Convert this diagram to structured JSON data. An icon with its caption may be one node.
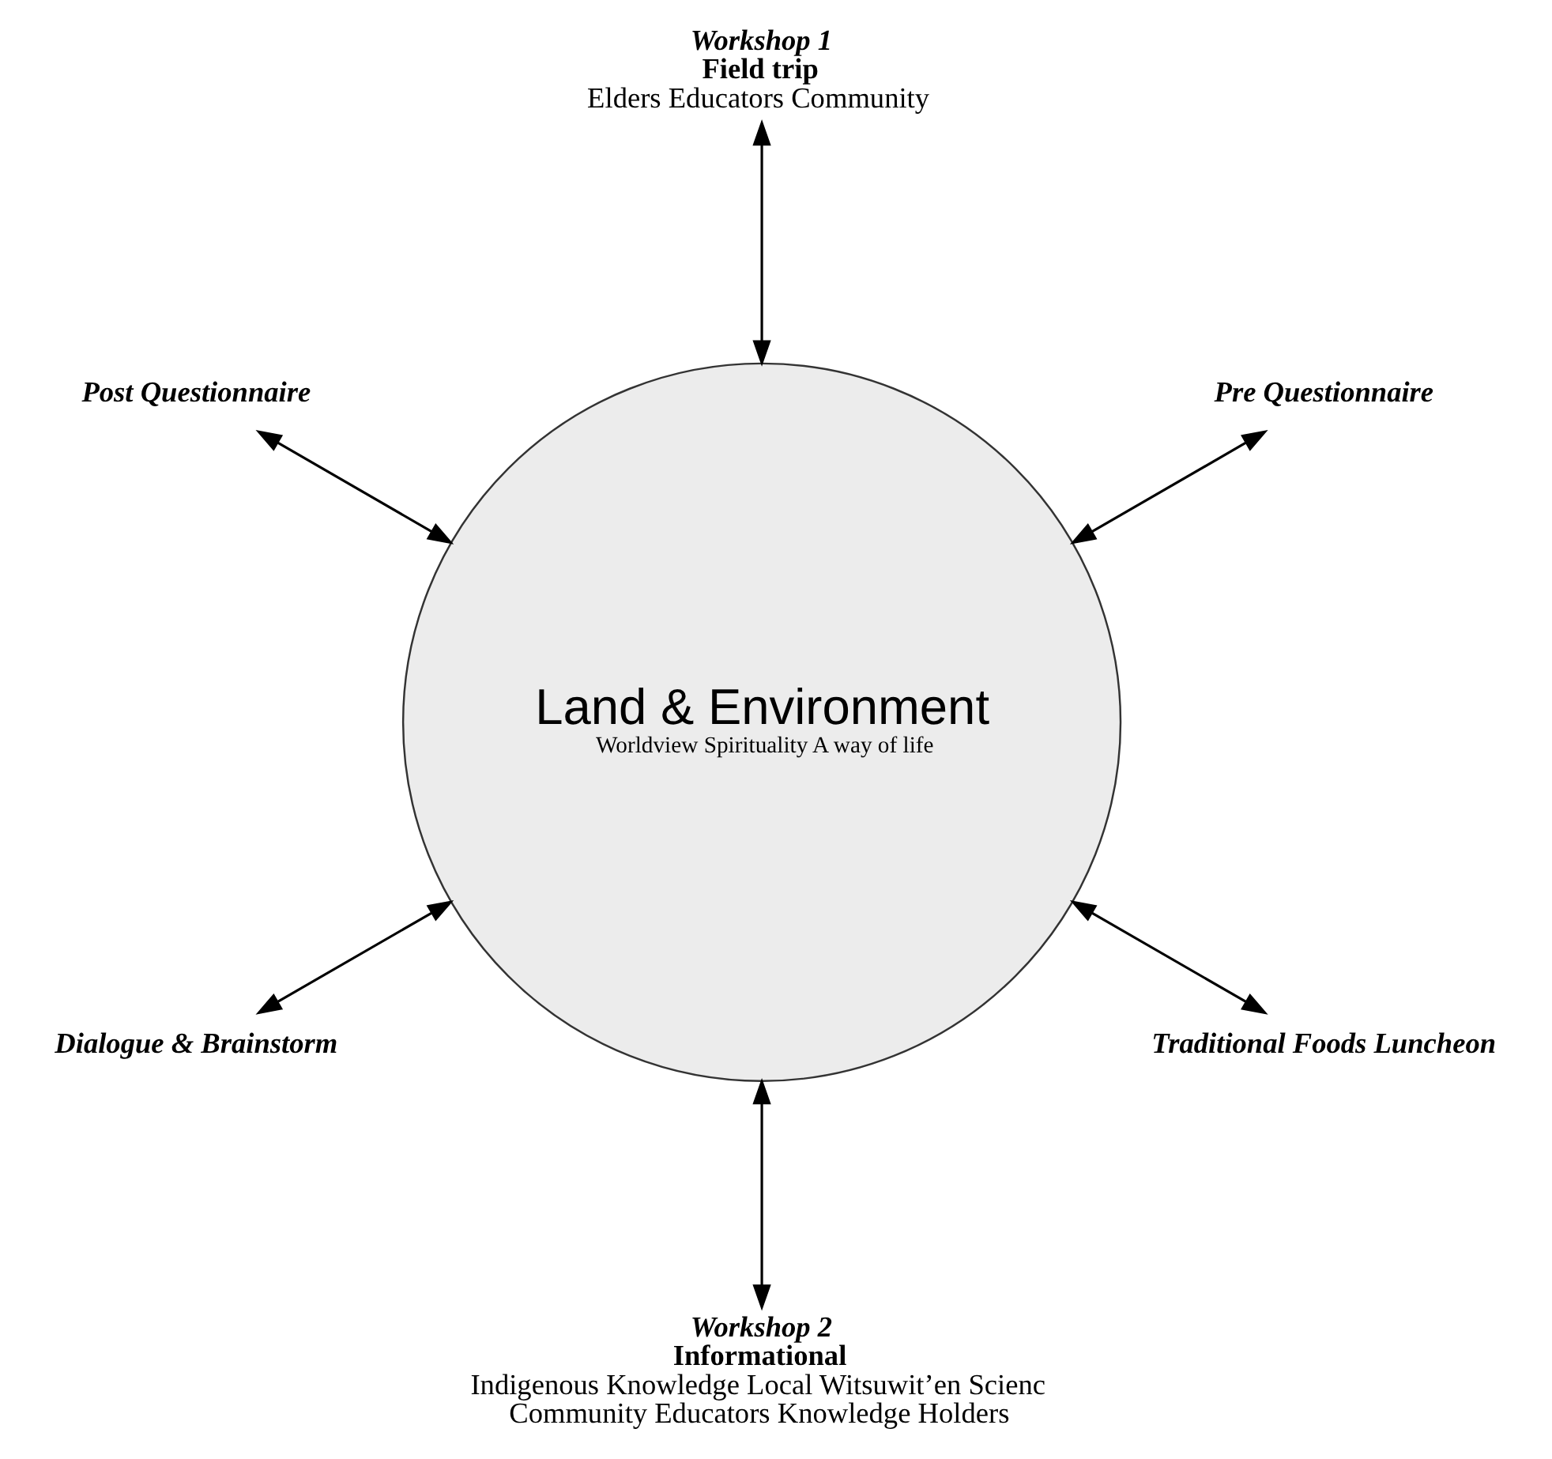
{
  "diagram": {
    "nodes": [
      {
        "text": [
          "Land & Environment",
          "Worldview Spirituality A way of life"
        ]
      },
      {
        "text": [
          "Pre Questionnaire"
        ]
      },
      {
        "text": [
          "Workshop 1",
          "Field trip",
          "Elders Educators Community"
        ]
      },
      {
        "text": [
          "Post Questionnaire"
        ]
      },
      {
        "text": [
          "Dialogue & Brainstorm"
        ]
      },
      {
        "text": [
          "Workshop 2",
          "Informational",
          "Indigenous Knowledge Local Witsuwit’en Scienc",
          "Community Educators Knowledge Holders"
        ]
      },
      {
        "text": [
          "Traditional Foods Luncheon"
        ]
      }
    ],
    "edges": [
      {
        "from": 0,
        "to": 1,
        "arrow": "both"
      },
      {
        "from": 0,
        "to": 2,
        "arrow": "both"
      },
      {
        "from": 0,
        "to": 3,
        "arrow": "both"
      },
      {
        "from": 0,
        "to": 4,
        "arrow": "both"
      },
      {
        "from": 0,
        "to": 5,
        "arrow": "both"
      },
      {
        "from": 0,
        "to": 6,
        "arrow": "both"
      }
    ]
  }
}
